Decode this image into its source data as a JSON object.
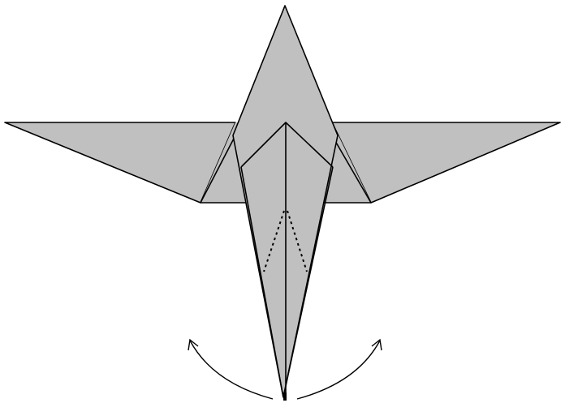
{
  "diagram": {
    "subject": "origami-bird-fold-step",
    "colors": {
      "background": "#ffffff",
      "paper_fill": "#c0c0c0",
      "line": "#000000"
    },
    "parts": {
      "body": "kite-shaped-body",
      "wings": [
        "left-wing",
        "right-wing"
      ],
      "neck": "center-neck-crease",
      "valley_folds": [
        "left-valley-fold",
        "right-valley-fold"
      ],
      "arrows": [
        "left-fold-arrow",
        "right-fold-arrow"
      ]
    }
  }
}
